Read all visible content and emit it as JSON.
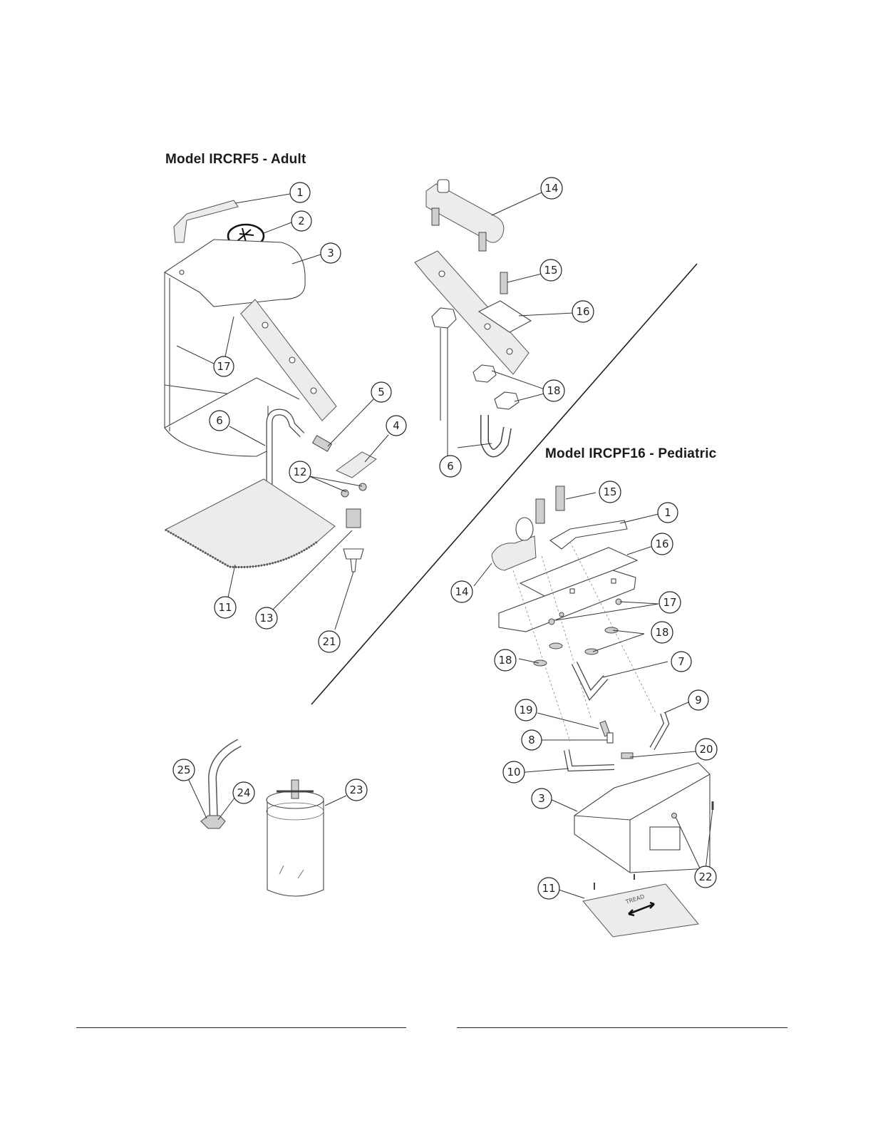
{
  "titles": {
    "adult": "Model IRCRF5 - Adult",
    "pediatric": "Model IRCPF16 - Pediatric"
  },
  "labels": {
    "tread": "TREAD"
  },
  "callouts": {
    "adult": [
      "1",
      "2",
      "3",
      "17",
      "6",
      "5",
      "4",
      "12",
      "11",
      "13",
      "21"
    ],
    "bracket": [
      "14",
      "15",
      "16",
      "18",
      "6"
    ],
    "pediatric": [
      "15",
      "1",
      "16",
      "14",
      "17",
      "18",
      "18",
      "7",
      "9",
      "19",
      "8",
      "20",
      "10",
      "3",
      "22",
      "11"
    ],
    "accessories": [
      "25",
      "24",
      "23"
    ]
  }
}
